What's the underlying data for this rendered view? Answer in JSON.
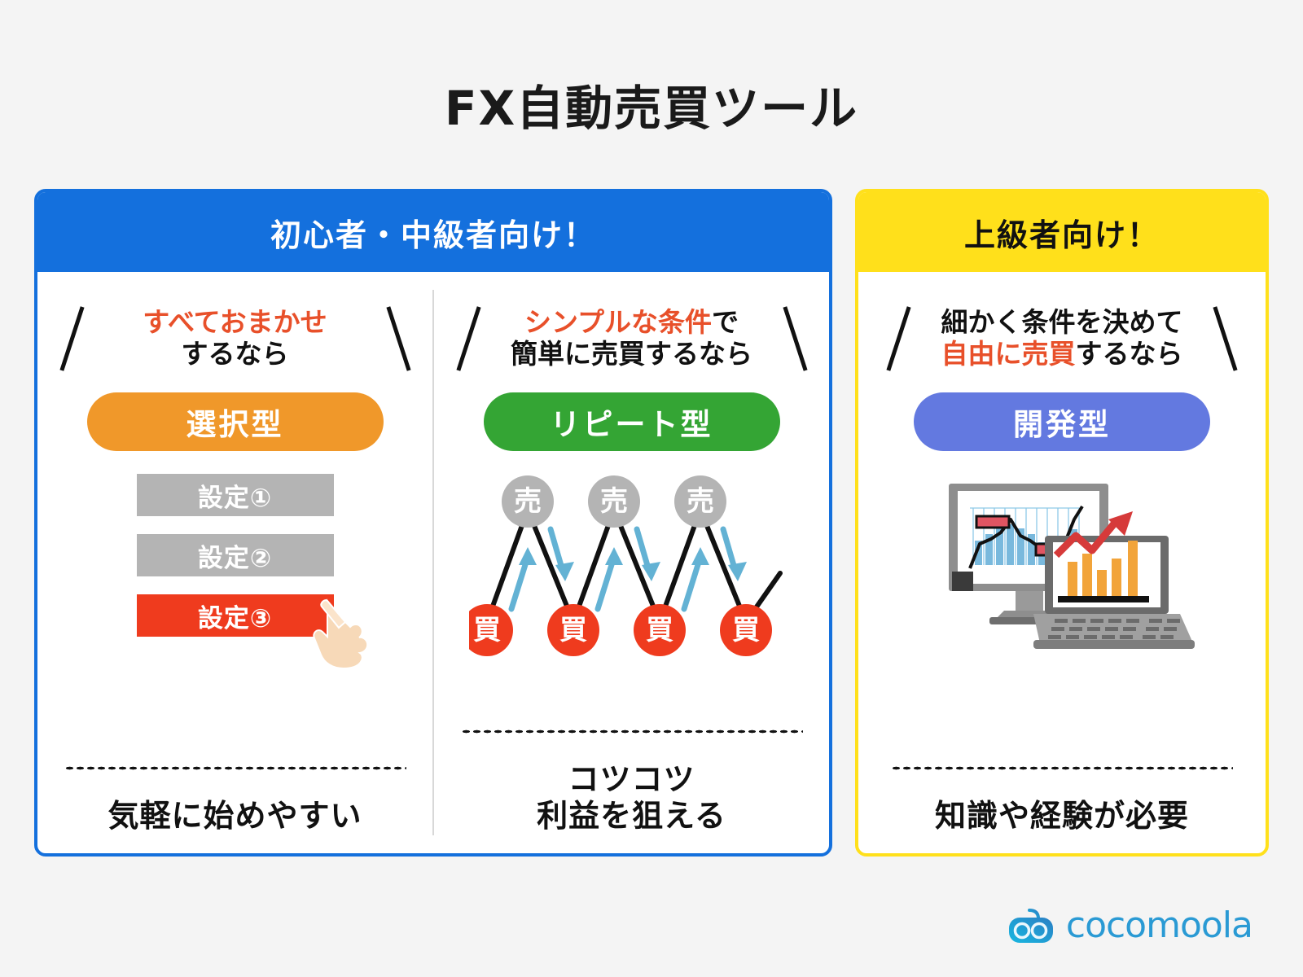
{
  "page": {
    "title": "FX自動売買ツール",
    "background_color": "#f4f4f4",
    "accent_red": "#e8502a",
    "accent_blue": "#1470dd",
    "accent_yellow": "#ffe01b"
  },
  "left_card": {
    "header": "初心者・中級者向け！",
    "header_bg": "#1470dd",
    "columns": [
      {
        "lead_highlight": "すべておまかせ",
        "lead_rest": "するなら",
        "pill_label": "選択型",
        "pill_color": "#f0982a",
        "settings": [
          {
            "label": "設定①",
            "state": "inactive"
          },
          {
            "label": "設定②",
            "state": "inactive"
          },
          {
            "label": "設定③",
            "state": "selected"
          }
        ],
        "footer": "気軽に始めやすい"
      },
      {
        "lead_highlight": "シンプルな条件",
        "lead_suffix": "で",
        "lead_line2": "簡単に売買するなら",
        "pill_label": "リピート型",
        "pill_color": "#34a534",
        "diagram": {
          "sell_label": "売",
          "buy_label": "買",
          "sell_count": 3,
          "buy_count": 4,
          "sell_color": "#b4b4b4",
          "buy_color": "#ef3b1e",
          "arrow_color": "#63b2d4"
        },
        "footer_line1": "コツコツ",
        "footer_line2": "利益を狙える"
      }
    ]
  },
  "right_card": {
    "header": "上級者向け！",
    "header_bg": "#ffe01b",
    "lead_line1": "細かく条件を決めて",
    "lead_highlight": "自由に売買",
    "lead_suffix": "するなら",
    "pill_label": "開発型",
    "pill_color": "#6379e0",
    "footer": "知識や経験が必要"
  },
  "logo": {
    "text": "cocomoola",
    "color": "#2a9ad4"
  }
}
